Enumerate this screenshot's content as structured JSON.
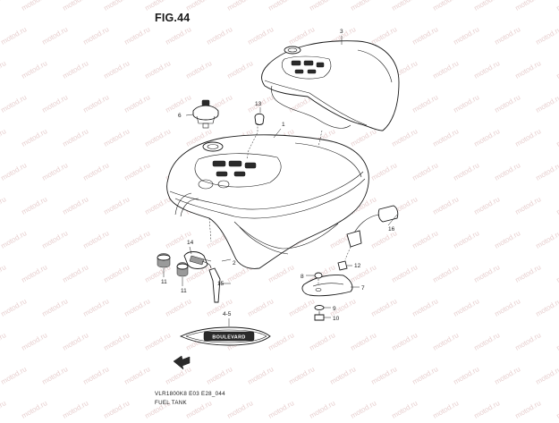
{
  "figure": {
    "title": "FIG.44",
    "model_code": "VLR1800K8 E03 E28_044",
    "caption": "FUEL TANK",
    "watermark": "motod.ru",
    "emblem_text": "BOULEVARD"
  },
  "callouts": {
    "c1": "1",
    "c2": "2",
    "c3": "3",
    "c45": "4-5",
    "c6": "6",
    "c7": "7",
    "c8": "8",
    "c9": "9",
    "c10": "10",
    "c11a": "11",
    "c11b": "11",
    "c12": "12",
    "c13": "13",
    "c14": "14",
    "c15": "15",
    "c16": "16"
  },
  "colors": {
    "line": "#1a1a1a",
    "watermark": "#e7cfcf",
    "background": "#ffffff"
  }
}
